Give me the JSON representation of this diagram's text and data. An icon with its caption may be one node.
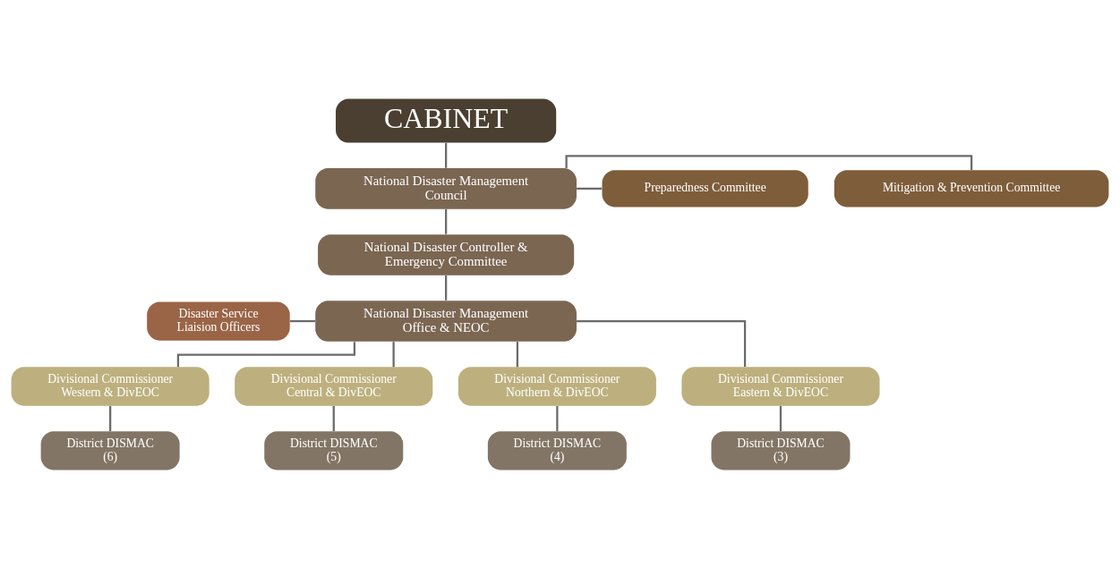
{
  "diagram": {
    "nodes": [
      {
        "text": [
          "CABINET"
        ]
      },
      {
        "text": [
          "National Disaster Management Council"
        ]
      },
      {
        "text": [
          "Mitigation & Prevention Committee"
        ]
      },
      {
        "text": [
          "Preparedness Committee"
        ]
      },
      {
        "text": [
          "National Disaster Controller & Emergency Committee"
        ]
      },
      {
        "text": [
          "Disaster Service Liaision Officers"
        ]
      },
      {
        "text": [
          "National Disaster Management Office & NEOC"
        ]
      },
      {
        "text": [
          "Divisional Commissioner Western & DivEOC"
        ]
      },
      {
        "text": [
          "Divisional Commissioner Central & DivEOC"
        ]
      },
      {
        "text": [
          "Divisional Commissioner Northern & DivEOC"
        ]
      },
      {
        "text": [
          "Divisional Commissioner Eastern & DivEOC"
        ]
      },
      {
        "text": [
          "District DISMAC (6)"
        ]
      },
      {
        "text": [
          "District DISMAC (5)"
        ]
      },
      {
        "text": [
          "District DISMAC (4)"
        ]
      },
      {
        "text": [
          "District DISMAC (3)"
        ]
      }
    ],
    "edges": [
      {
        "from": 0,
        "to": 1,
        "arrow": "none"
      },
      {
        "from": 1,
        "to": 2,
        "arrow": "none"
      },
      {
        "from": 1,
        "to": 3,
        "arrow": "none"
      },
      {
        "from": 1,
        "to": 4,
        "arrow": "none"
      },
      {
        "from": 4,
        "to": 6,
        "arrow": "none"
      },
      {
        "from": 5,
        "to": 6,
        "arrow": "none"
      },
      {
        "from": 6,
        "to": 7,
        "arrow": "none"
      },
      {
        "from": 6,
        "to": 8,
        "arrow": "none"
      },
      {
        "from": 6,
        "to": 9,
        "arrow": "none"
      },
      {
        "from": 6,
        "to": 10,
        "arrow": "none"
      },
      {
        "from": 7,
        "to": 11,
        "arrow": "none"
      },
      {
        "from": 8,
        "to": 12,
        "arrow": "none"
      },
      {
        "from": 9,
        "to": 13,
        "arrow": "none"
      },
      {
        "from": 10,
        "to": 14,
        "arrow": "none"
      }
    ]
  }
}
